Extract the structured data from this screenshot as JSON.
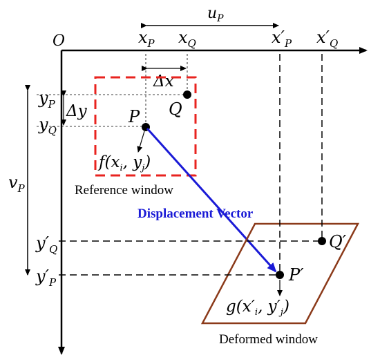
{
  "axes": {
    "origin": "O",
    "x_arrow_color": "#000000",
    "y_arrow_color": "#000000"
  },
  "labels": {
    "u_p": "u",
    "u_p_sub": "P",
    "v_p": "v",
    "v_p_sub": "P",
    "x_p": "x",
    "x_p_sub": "P",
    "x_q": "x",
    "x_q_sub": "Q",
    "x_p_prime": "x′",
    "x_p_prime_sub": "P",
    "x_q_prime": "x′",
    "x_q_prime_sub": "Q",
    "y_p": "y",
    "y_p_sub": "P",
    "y_q": "y",
    "y_q_sub": "Q",
    "y_q_prime": "y′",
    "y_q_prime_sub": "Q",
    "y_p_prime": "y′",
    "y_p_prime_sub": "P",
    "delta_x": "Δx",
    "delta_y": "Δy",
    "point_p": "P",
    "point_q": "Q",
    "point_p_prime": "P′",
    "point_q_prime": "Q′",
    "f_func": "f(x",
    "f_sub_i": "i",
    "f_mid": ", y",
    "f_sub_j": "j",
    "f_close": ")",
    "g_func": "g(x′",
    "g_sub_i": "i",
    "g_mid": ", y′",
    "g_sub_j": "j",
    "g_close": ")",
    "reference_window": "Reference window",
    "deformed_window": "Deformed window",
    "displacement_vector": "Displacement Vector"
  },
  "colors": {
    "reference_window": "#e8231f",
    "deformed_window": "#8b3a1a",
    "displacement_vector": "#1a1ad6",
    "displacement_label": "#1a1ad6",
    "dashed_lines": "#000000"
  }
}
